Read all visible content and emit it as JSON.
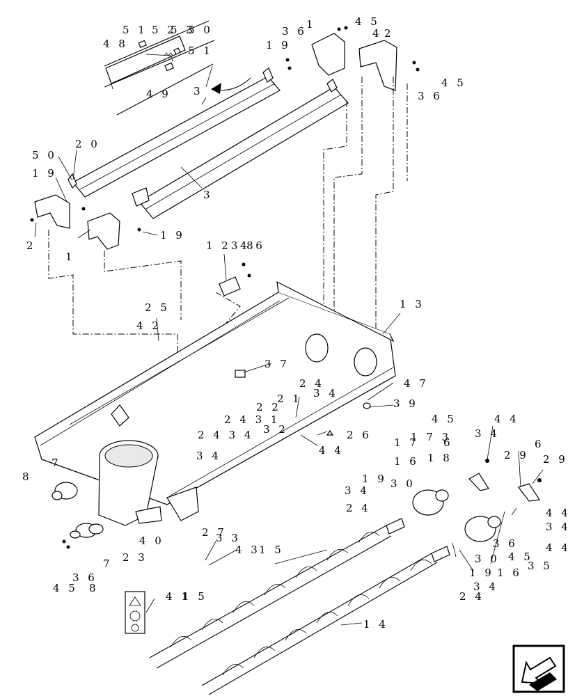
{
  "diagram": {
    "labels": [
      {
        "id": "l51a",
        "text": "5 1"
      },
      {
        "id": "l48",
        "text": "4 8"
      },
      {
        "id": "l52",
        "text": "5 2"
      },
      {
        "id": "l53",
        "text": "5 3"
      },
      {
        "id": "l50a",
        "text": "5 0"
      },
      {
        "id": "l51b",
        "text": "5 1"
      },
      {
        "id": "l49",
        "text": "4 9"
      },
      {
        "id": "l3a",
        "text": "3"
      },
      {
        "id": "l19a",
        "text": "1 9"
      },
      {
        "id": "l36a",
        "text": "3 6"
      },
      {
        "id": "l1a",
        "text": "1"
      },
      {
        "id": "l45a",
        "text": "4 5"
      },
      {
        "id": "l4a",
        "text": "4"
      },
      {
        "id": "l2a",
        "text": "2"
      },
      {
        "id": "l45b",
        "text": "4 5"
      },
      {
        "id": "l36b",
        "text": "3 6"
      },
      {
        "id": "l20",
        "text": "2 0"
      },
      {
        "id": "l50b",
        "text": "5 0"
      },
      {
        "id": "l19b",
        "text": "1 9"
      },
      {
        "id": "l2b",
        "text": "2"
      },
      {
        "id": "l3b",
        "text": "3"
      },
      {
        "id": "l1b",
        "text": "1"
      },
      {
        "id": "l19c",
        "text": "1 9"
      },
      {
        "id": "l1238",
        "text": "1 23 8"
      },
      {
        "id": "l46",
        "text": "4 6"
      },
      {
        "id": "l13",
        "text": "1 3"
      },
      {
        "id": "l25",
        "text": "2 5"
      },
      {
        "id": "l42",
        "text": "4 2"
      },
      {
        "id": "l37",
        "text": "3 7"
      },
      {
        "id": "l24a",
        "text": "2 4"
      },
      {
        "id": "l47",
        "text": "4 7"
      },
      {
        "id": "l21",
        "text": "2 1"
      },
      {
        "id": "l34a",
        "text": "3 4"
      },
      {
        "id": "l39",
        "text": "3 9"
      },
      {
        "id": "l22",
        "text": "2 2"
      },
      {
        "id": "l2431",
        "text": "2 4 3 1"
      },
      {
        "id": "l2434",
        "text": "2 4 3 4"
      },
      {
        "id": "l32",
        "text": "3 2"
      },
      {
        "id": "l26",
        "text": "2 6"
      },
      {
        "id": "l34b",
        "text": "3 4"
      },
      {
        "id": "l44a",
        "text": "4 4"
      },
      {
        "id": "l45c",
        "text": "4 5"
      },
      {
        "id": "l44b",
        "text": "4 4"
      },
      {
        "id": "l173",
        "text": "1 7 3"
      },
      {
        "id": "l17",
        "text": "1 7"
      },
      {
        "id": "l6a",
        "text": "6"
      },
      {
        "id": "l34c",
        "text": "3 4"
      },
      {
        "id": "l29a",
        "text": "2 9"
      },
      {
        "id": "l6b",
        "text": "6"
      },
      {
        "id": "l29b",
        "text": "2 9"
      },
      {
        "id": "l16",
        "text": "1 6"
      },
      {
        "id": "l18",
        "text": "1 8"
      },
      {
        "id": "l19d",
        "text": "1 9"
      },
      {
        "id": "l30a",
        "text": "3 0"
      },
      {
        "id": "l34d",
        "text": "3 4"
      },
      {
        "id": "l24b",
        "text": "2 4"
      },
      {
        "id": "l44c",
        "text": "4 4"
      },
      {
        "id": "l34e",
        "text": "3 4"
      },
      {
        "id": "l44d",
        "text": "4 4"
      },
      {
        "id": "l36c",
        "text": "3 6"
      },
      {
        "id": "l45d",
        "text": "4 5"
      },
      {
        "id": "l35",
        "text": "3 5"
      },
      {
        "id": "l30b",
        "text": "3 0"
      },
      {
        "id": "l19e",
        "text": "1 9"
      },
      {
        "id": "l16b",
        "text": "1 6"
      },
      {
        "id": "l34f",
        "text": "3 4"
      },
      {
        "id": "l24c",
        "text": "2 4"
      },
      {
        "id": "l7a",
        "text": "7"
      },
      {
        "id": "l8a",
        "text": "8"
      },
      {
        "id": "l40",
        "text": "4 0"
      },
      {
        "id": "l23",
        "text": "2 3"
      },
      {
        "id": "l7b",
        "text": "7"
      },
      {
        "id": "l45e",
        "text": "4 5"
      },
      {
        "id": "l36d",
        "text": "3 6"
      },
      {
        "id": "l8b",
        "text": "8"
      },
      {
        "id": "l27",
        "text": "2 7"
      },
      {
        "id": "l33",
        "text": "3 3"
      },
      {
        "id": "l43",
        "text": "4 3"
      },
      {
        "id": "l15a",
        "text": "1 5"
      },
      {
        "id": "l15b",
        "text": "1 5"
      },
      {
        "id": "l41",
        "text": "4 1"
      },
      {
        "id": "l14",
        "text": "1 4"
      }
    ],
    "icons": {
      "decal": "warning-decal-icon",
      "nav": "previous-page-arrow-icon"
    }
  }
}
